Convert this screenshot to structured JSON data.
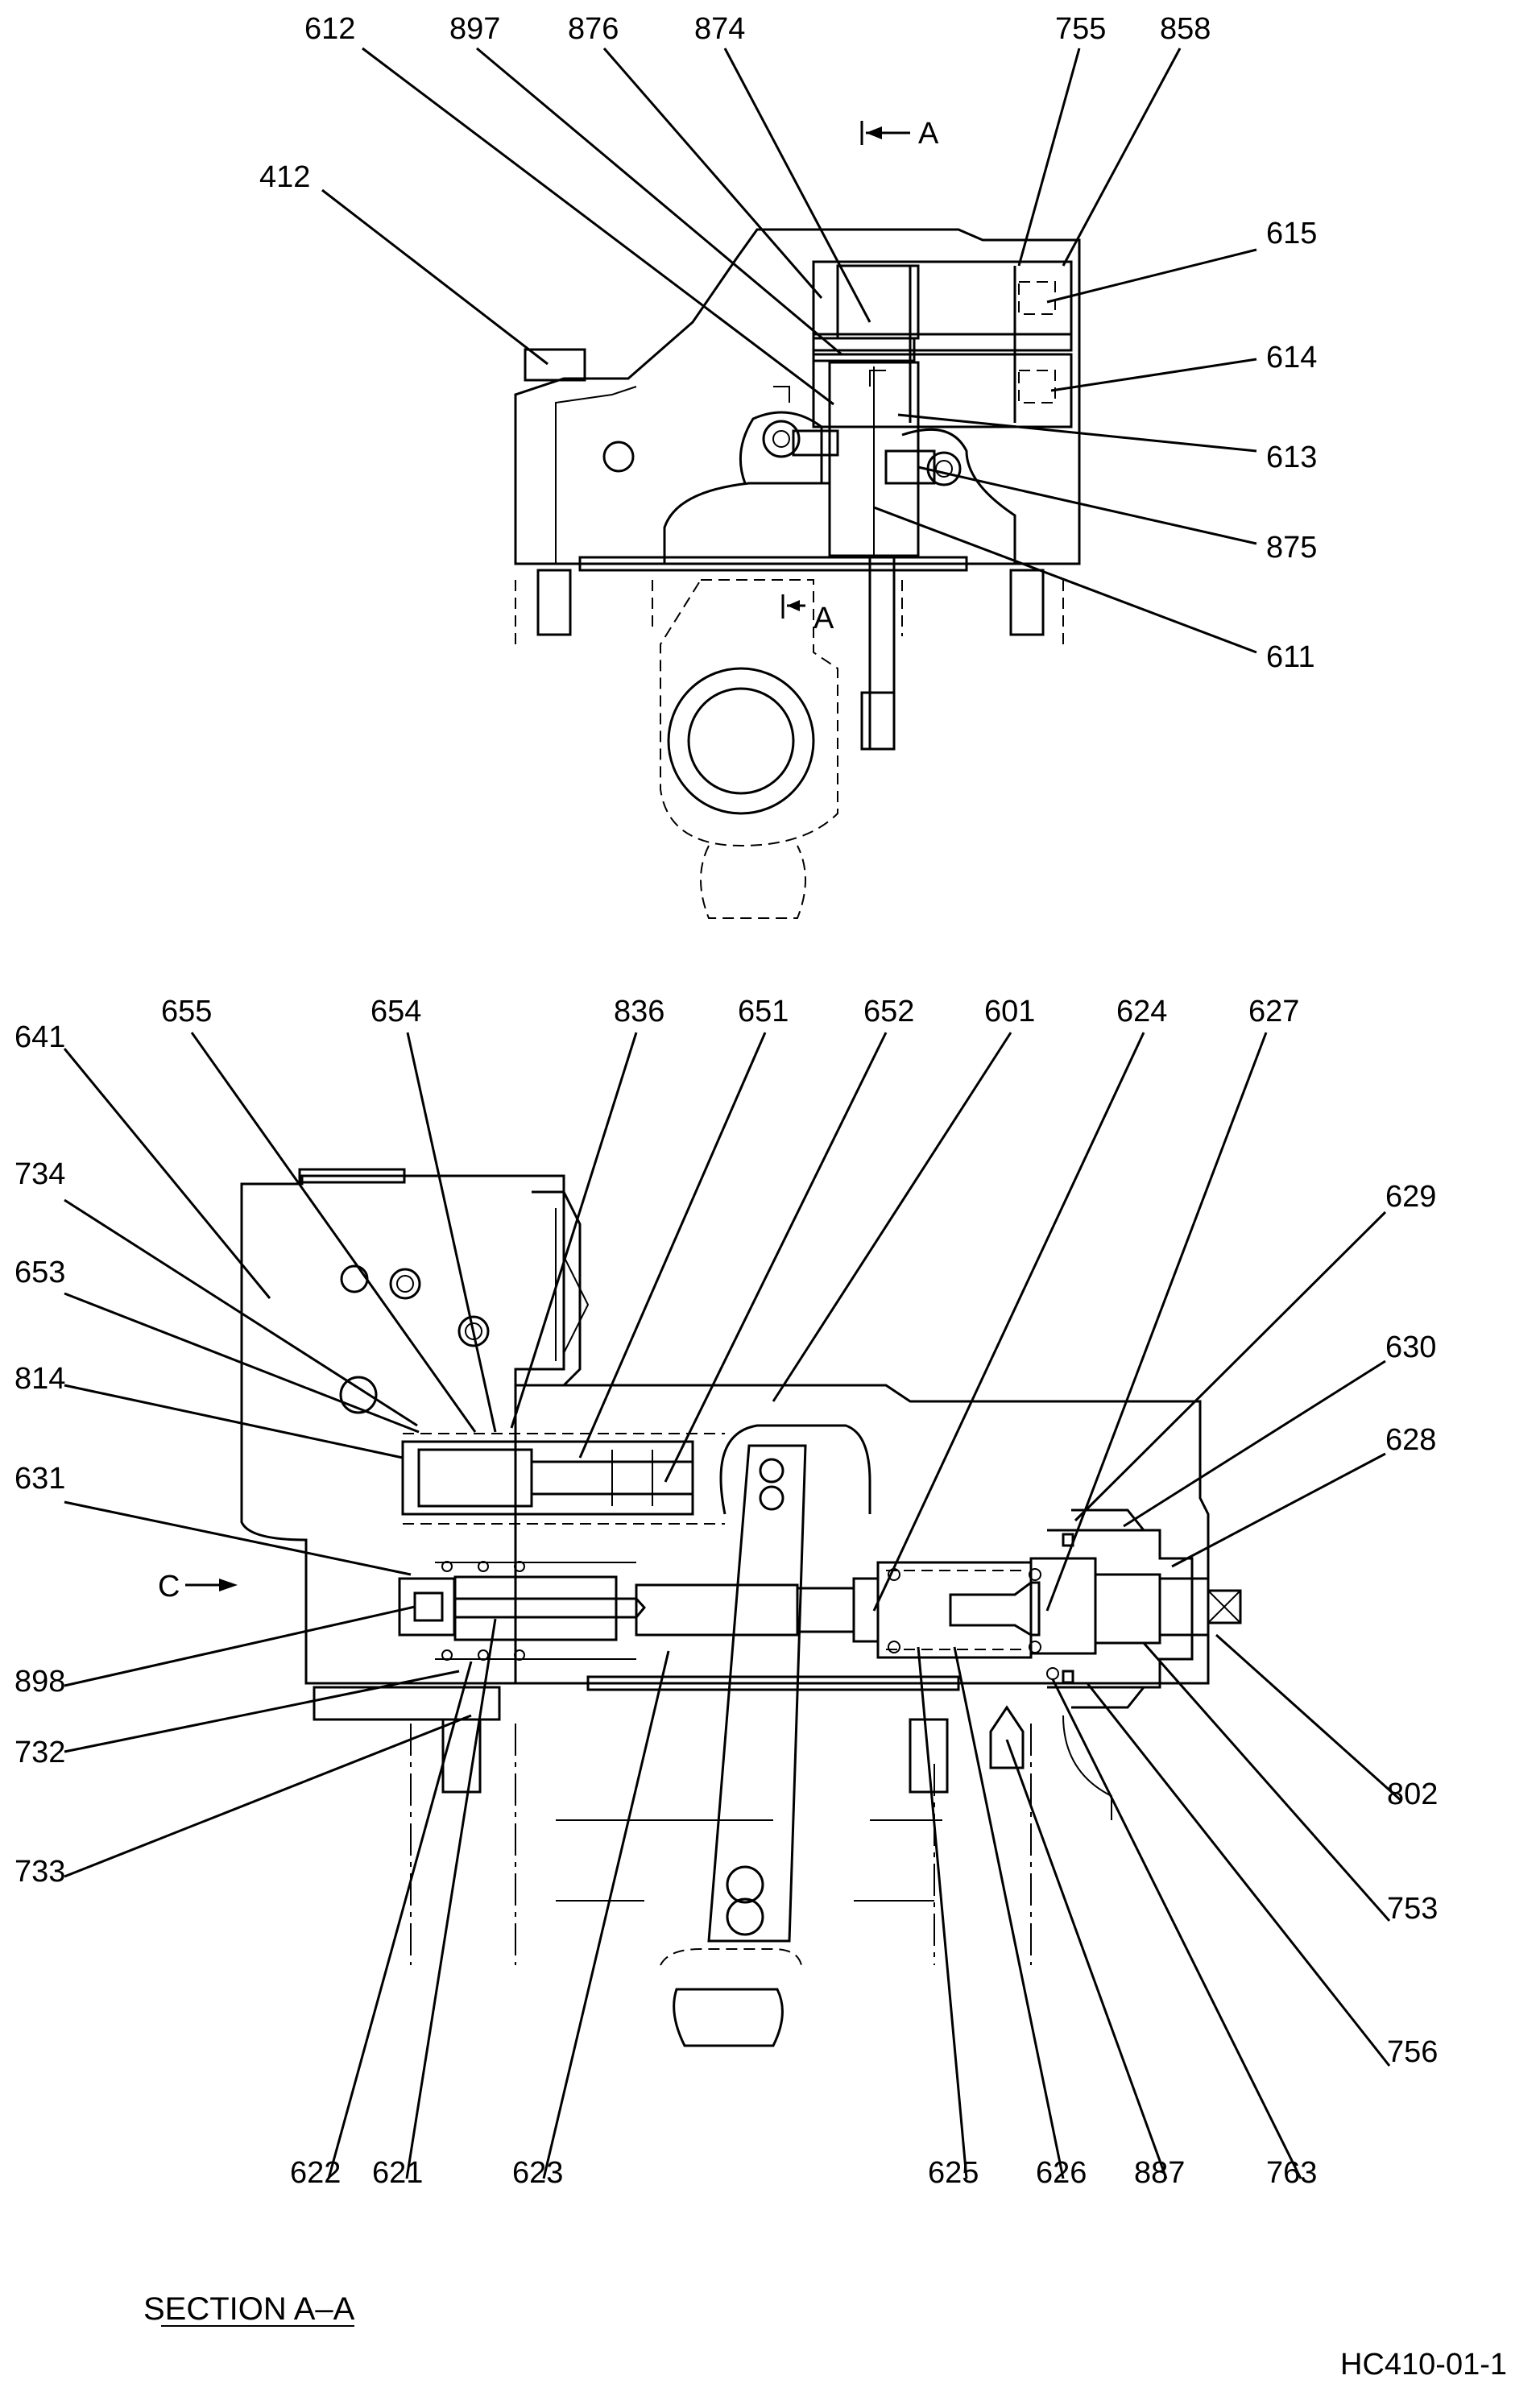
{
  "top_view": {
    "labels": [
      "612",
      "897",
      "876",
      "874",
      "755",
      "858",
      "412",
      "615",
      "614",
      "613",
      "875",
      "611"
    ],
    "section_marker_top": "A",
    "section_marker_mid": "A"
  },
  "bottom_view": {
    "labels": [
      "641",
      "655",
      "654",
      "836",
      "651",
      "652",
      "601",
      "624",
      "627",
      "734",
      "629",
      "653",
      "630",
      "814",
      "628",
      "631",
      "898",
      "802",
      "732",
      "753",
      "733",
      "756",
      "622",
      "621",
      "623",
      "625",
      "626",
      "887",
      "763"
    ],
    "view_arrow": "C"
  },
  "caption": "SECTION  A–A",
  "drawing_number": "HC410-01-1"
}
